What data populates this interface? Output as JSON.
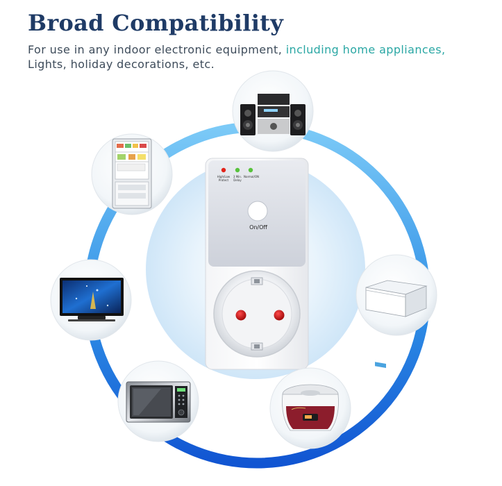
{
  "header": {
    "title": "Broad Compatibility",
    "subtitle_plain": "For use in any indoor electronic equipment, ",
    "subtitle_accent": "including home appliances,",
    "subtitle_line2": "Lights, holiday decorations, etc."
  },
  "device": {
    "indicators": [
      {
        "label_line1": "High/Low",
        "label_line2": "Protect",
        "color": "#e2231a"
      },
      {
        "label_line1": "3 Min.",
        "label_line2": "Delay",
        "color": "#58c23c"
      },
      {
        "label_line1": "Normal/ON",
        "label_line2": "",
        "color": "#58c23c"
      }
    ],
    "button_label": "On/Off"
  },
  "appliances": [
    {
      "name": "speakers-icon"
    },
    {
      "name": "refrigerator-icon"
    },
    {
      "name": "television-icon"
    },
    {
      "name": "freezer-icon"
    },
    {
      "name": "microwave-icon"
    },
    {
      "name": "rice-cooker-icon"
    }
  ],
  "colors": {
    "title": "#1f3b66",
    "accent_text": "#2aa7a4",
    "ring_light": "#6ec3f5",
    "ring_dark": "#1565d8",
    "indicator_red": "#e2231a",
    "indicator_green": "#58c23c"
  }
}
